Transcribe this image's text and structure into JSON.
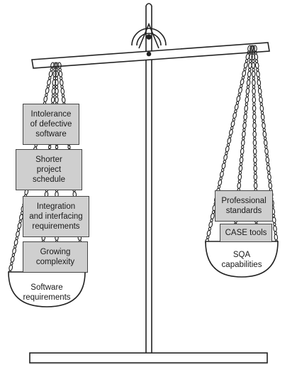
{
  "colors": {
    "line": "#222222",
    "box_fill": "#cfcfcf",
    "box_border": "#444444"
  },
  "left_pan": {
    "label": "Software\nrequirements",
    "weights": [
      "Intolerance\nof defective\nsoftware",
      "Shorter\nproject\nschedule",
      "Integration\nand interfacing\nrequirements",
      "Growing\ncomplexity"
    ]
  },
  "right_pan": {
    "label": "SQA\ncapabilities",
    "weights": [
      "Professional\nstandards",
      "CASE tools"
    ]
  }
}
